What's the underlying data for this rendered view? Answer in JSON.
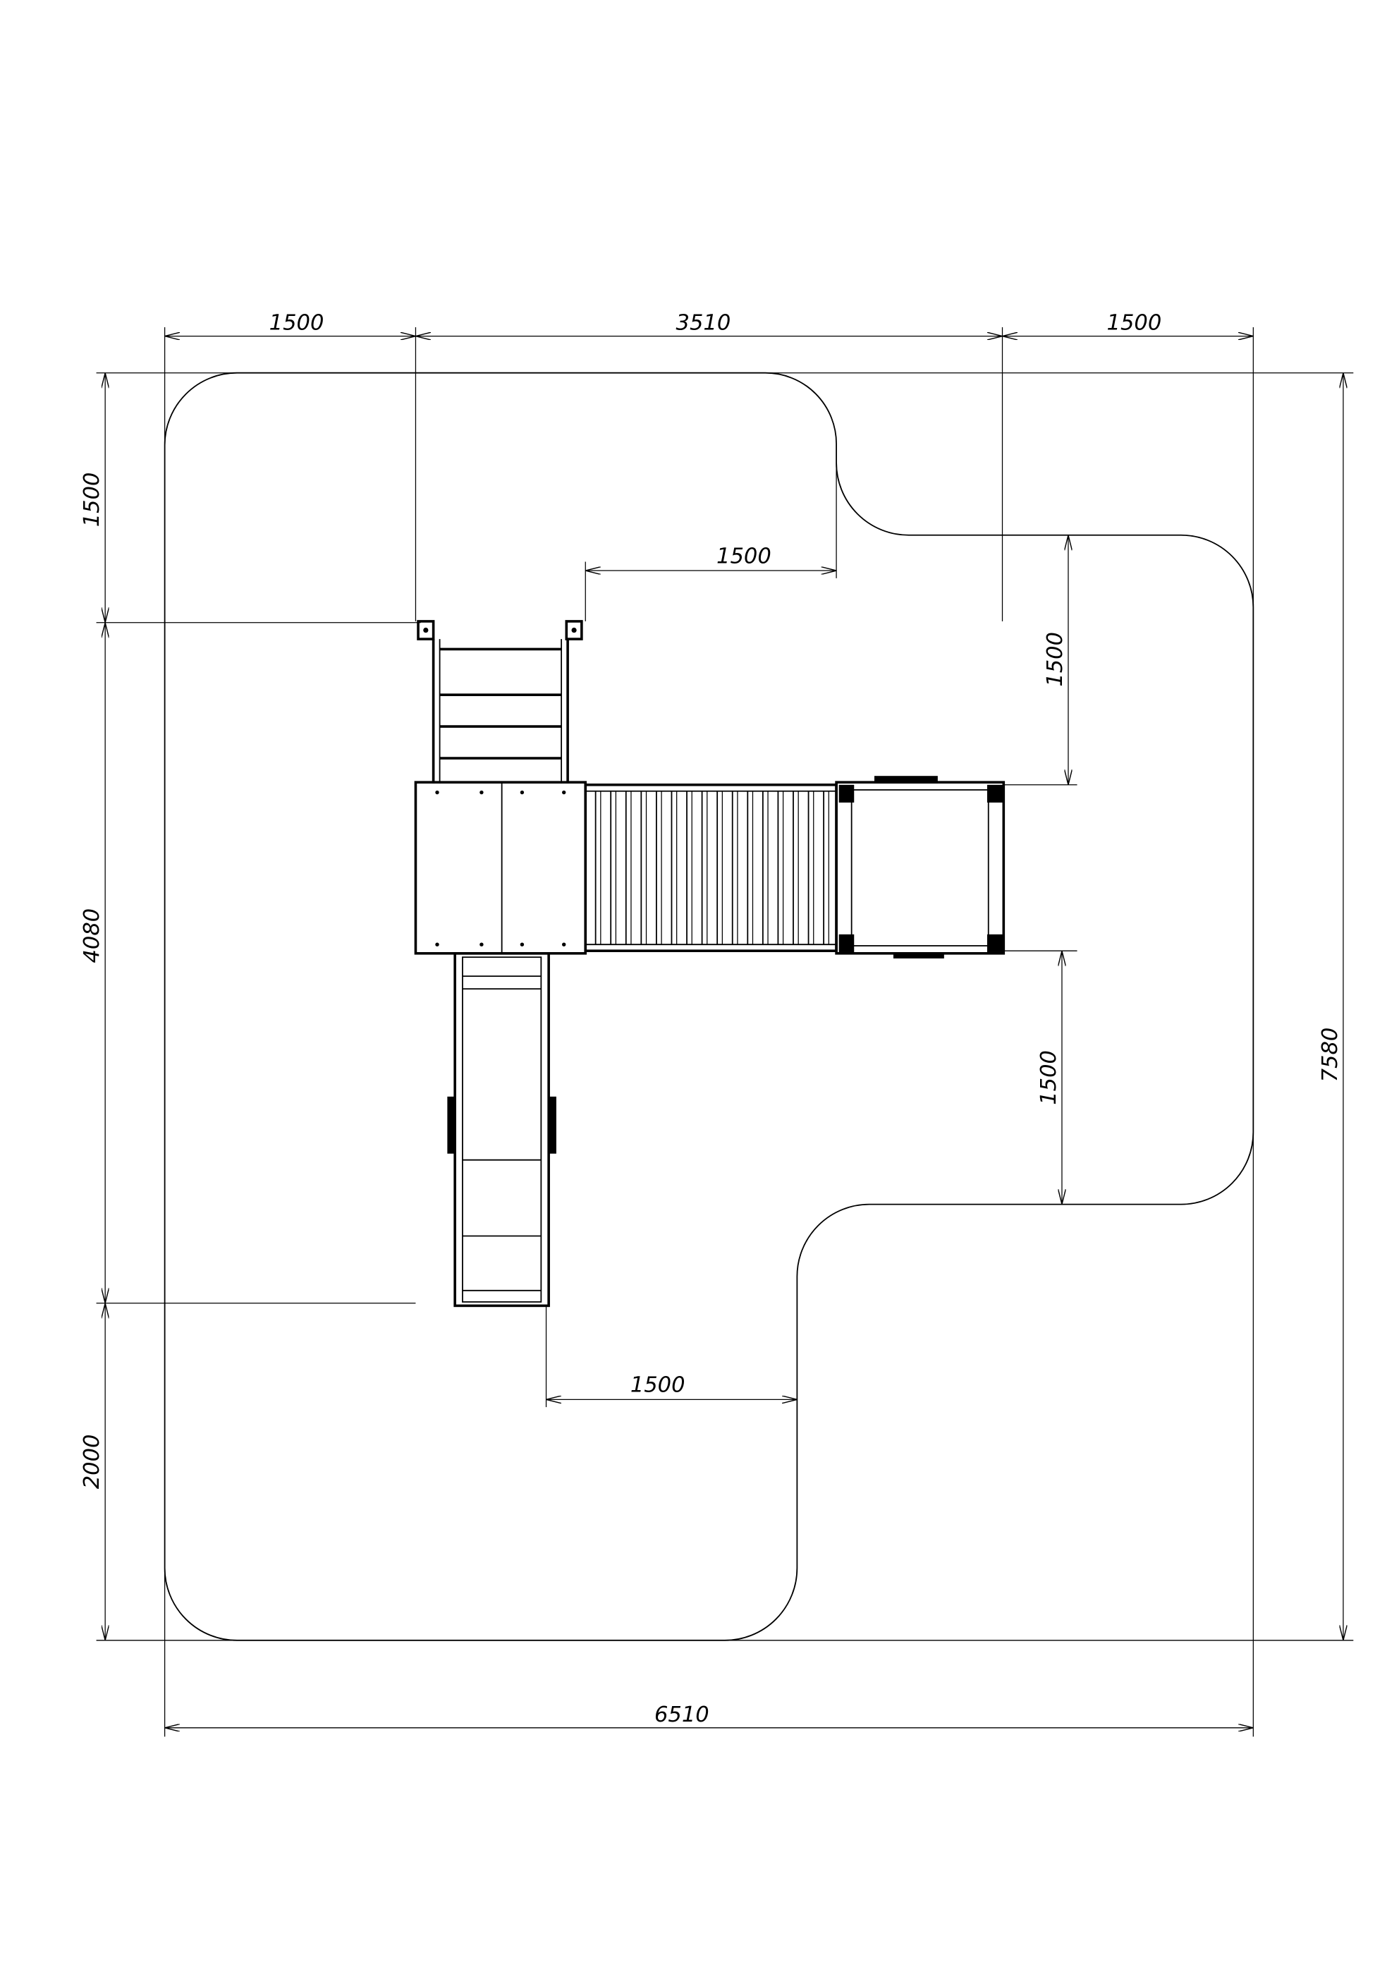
{
  "dimensions": {
    "top_left": "1500",
    "top_middle": "3510",
    "top_right": "1500",
    "left_top": "1500",
    "left_middle": "4080",
    "left_bottom": "2000",
    "right_total": "7580",
    "bottom_total": "6510",
    "inner_top_horizontal": "1500",
    "inner_right_upper": "1500",
    "inner_right_lower": "1500",
    "inner_bottom_horizontal": "1500"
  },
  "colors": {
    "line": "#000000",
    "background": "#ffffff"
  }
}
